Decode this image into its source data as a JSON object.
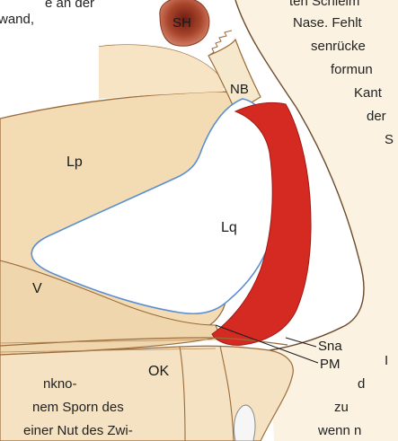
{
  "labels": {
    "sh": "SH",
    "nb": "NB",
    "lp": "Lp",
    "lq": "Lq",
    "v": "V",
    "ok": "OK",
    "sna": "Sna",
    "pm": "PM"
  },
  "text_fragments": {
    "top_left_1": "e an der",
    "top_left_2": "wand,",
    "top_right_1": "ten Schleim",
    "top_right_2": "Nase. Fehlt",
    "top_right_3": "senrücke",
    "top_right_4": "formun",
    "top_right_5": "Kant",
    "top_right_6": "der",
    "top_right_7": "S",
    "bottom_left_1": "nkno-",
    "bottom_left_2": "nem Sporn des",
    "bottom_left_3": "einer Nut des Zwi-",
    "bottom_right_1": "I",
    "bottom_right_2": "d",
    "bottom_right_3": "zu",
    "bottom_right_4": "wenn n"
  },
  "colors": {
    "cartilage": "#f0d8b0",
    "cartilage_stroke": "#9b6b3a",
    "quadrangular": "#ffffff",
    "quadrangular_stroke": "#5b8fd0",
    "red_region": "#d42a22",
    "sinus": "#a8452c",
    "skin_line": "#6b4a2a"
  }
}
